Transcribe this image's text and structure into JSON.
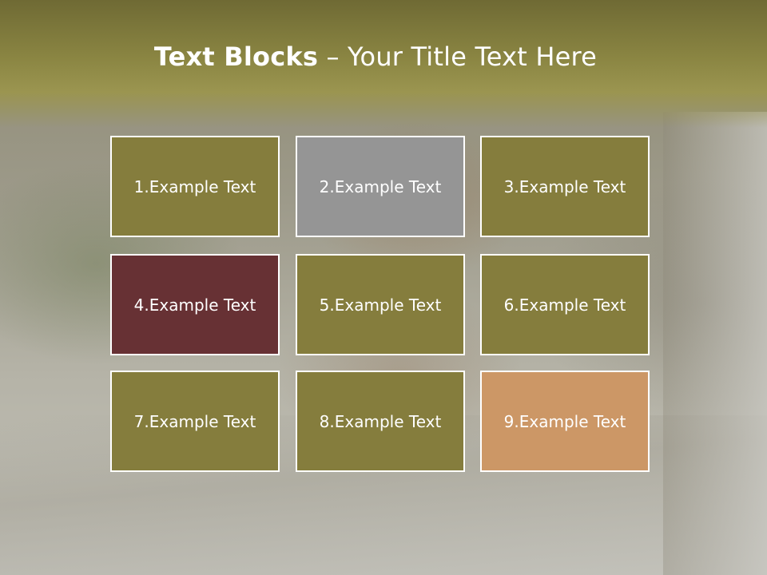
{
  "title": {
    "bold": "Text Blocks",
    "rest": " – Your Title Text Here"
  },
  "colors": {
    "olive": "#857d3d",
    "gray": "#959595",
    "maroon": "#673134",
    "tan": "#cc9766",
    "header": "#8a8542"
  },
  "blocks": [
    {
      "label": "1.Example Text",
      "color": "#857d3d"
    },
    {
      "label": "2.Example Text",
      "color": "#959595"
    },
    {
      "label": "3.Example Text",
      "color": "#857d3d"
    },
    {
      "label": "4.Example Text",
      "color": "#673134"
    },
    {
      "label": "5.Example Text",
      "color": "#857d3d"
    },
    {
      "label": "6.Example Text",
      "color": "#857d3d"
    },
    {
      "label": "7.Example Text",
      "color": "#857d3d"
    },
    {
      "label": "8.Example Text",
      "color": "#857d3d"
    },
    {
      "label": "9.Example Text",
      "color": "#cc9766"
    }
  ]
}
